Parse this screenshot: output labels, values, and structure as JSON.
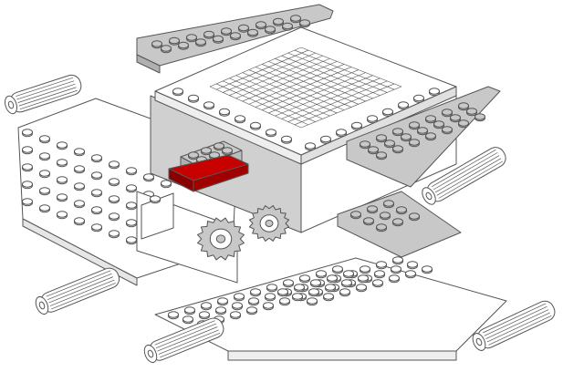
{
  "colors": {
    "background": "#ffffff",
    "white_part": "#ffffff",
    "gray_part": "#c8c8c8",
    "outline": "#555555",
    "red_part": "#c80000",
    "red_dark": "#8a0000"
  },
  "parts": [
    {
      "name": "top-gray-wing-plate",
      "color": "gray"
    },
    {
      "name": "central-top-plate",
      "color": "white"
    },
    {
      "name": "left-wing-plate",
      "color": "white"
    },
    {
      "name": "bottom-wing-plate",
      "color": "white"
    },
    {
      "name": "right-gray-wing-plate",
      "color": "gray"
    },
    {
      "name": "right-lower-gray-plate",
      "color": "gray"
    },
    {
      "name": "red-brick",
      "color": "red"
    },
    {
      "name": "gear-left",
      "color": "gray"
    },
    {
      "name": "gear-right",
      "color": "gray"
    },
    {
      "name": "engine-top-left",
      "color": "white"
    },
    {
      "name": "engine-bottom-left",
      "color": "white"
    },
    {
      "name": "engine-bottom-center",
      "color": "white"
    },
    {
      "name": "engine-right",
      "color": "white"
    },
    {
      "name": "engine-bottom-right",
      "color": "white"
    }
  ]
}
